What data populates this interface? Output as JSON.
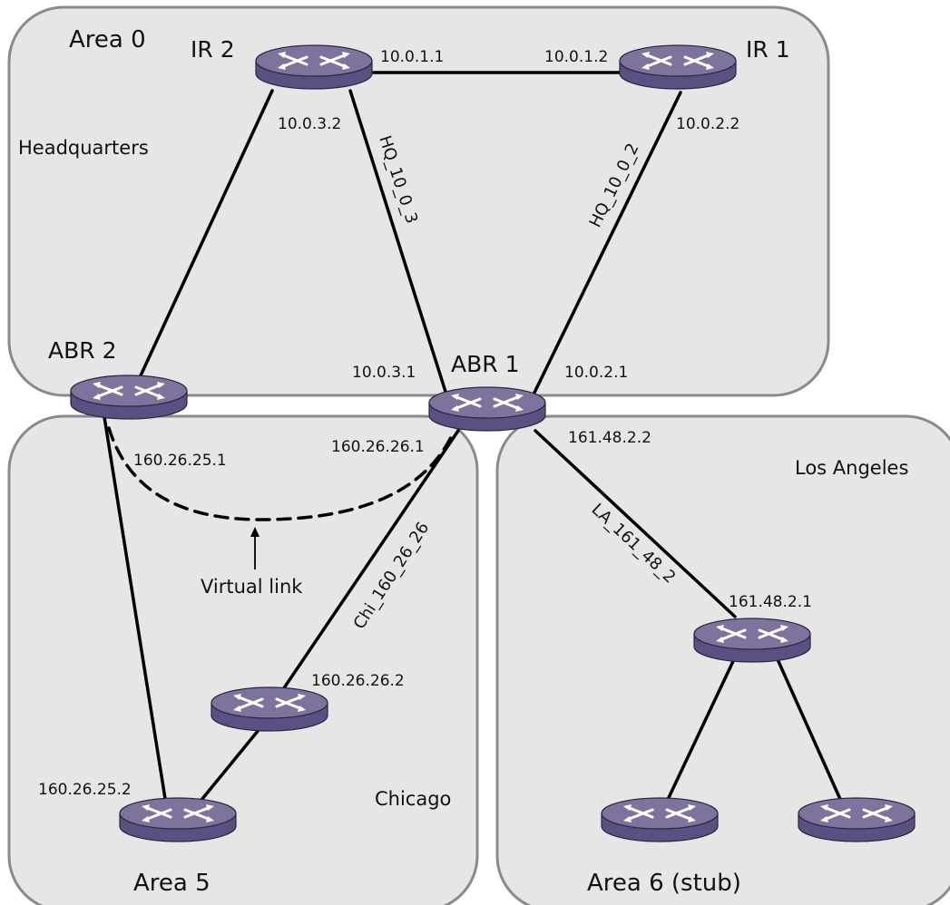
{
  "areas": {
    "area0": "Area 0",
    "area5": "Area 5",
    "area6": "Area 6 (stub)"
  },
  "locations": {
    "headquarters": "Headquarters",
    "chicago": "Chicago",
    "los_angeles": "Los Angeles"
  },
  "routers": {
    "ir2": "IR 2",
    "ir1": "IR 1",
    "abr2": "ABR 2",
    "abr1": "ABR 1"
  },
  "ips": {
    "ir2_e": "10.0.1.1",
    "ir1_w": "10.0.1.2",
    "ir2_s": "10.0.3.2",
    "ir1_s": "10.0.2.2",
    "abr1_hq3": "10.0.3.1",
    "abr1_hq2": "10.0.2.1",
    "abr1_la": "161.48.2.2",
    "abr1_chi": "160.26.26.1",
    "abr2_chi": "160.26.25.1",
    "la_router": "161.48.2.1",
    "chi_mid": "160.26.26.2",
    "chi_bottom": "160.26.25.2"
  },
  "links": {
    "hq_10_0_3": "HQ_10_0_3",
    "hq_10_0_2": "HQ_10_0_2",
    "chi": "Chi_160_26_26",
    "la": "LA_161_48_2",
    "virtual": "Virtual link"
  },
  "colors": {
    "area_fill": "#e6e6e6",
    "area_stroke": "#8a8a8a",
    "router_top": "#7b719a",
    "router_side": "#5b5082",
    "router_outline": "#2b2540"
  }
}
